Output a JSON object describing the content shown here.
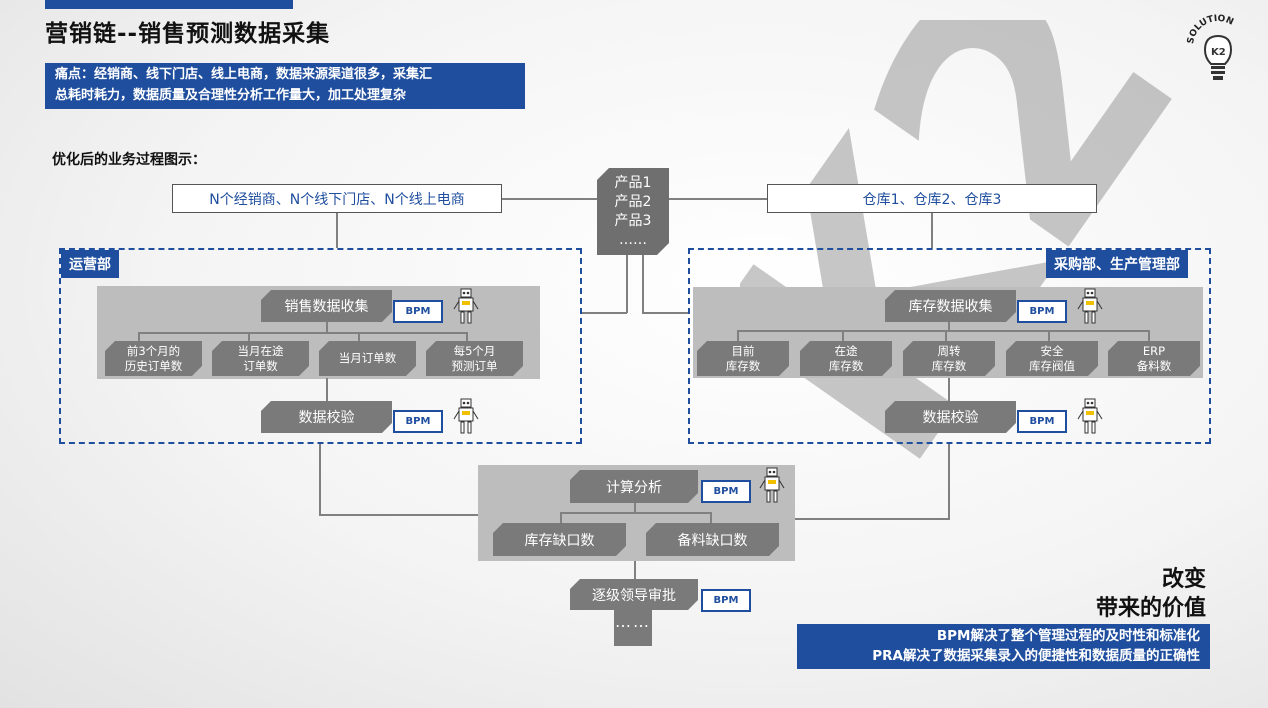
{
  "header": {
    "title": "营销链--销售预测数据采集"
  },
  "pain_point": {
    "line1": "痛点：经销商、线下门店、线上电商，数据来源渠道很多，采集汇",
    "line2": "总耗时耗力，数据质量及合理性分析工作量大，加工处理复杂"
  },
  "subtitle": "优化后的业务过程图示：",
  "sources": {
    "left": "N个经销商、N个线下门店、N个线上电商",
    "products": [
      "产品1",
      "产品2",
      "产品3",
      "……"
    ],
    "right": "仓库1、仓库2、仓库3"
  },
  "ops_dept": {
    "label": "运营部",
    "collect": "销售数据收集",
    "items": [
      [
        "前3个月的",
        "历史订单数"
      ],
      [
        "当月在途",
        "订单数"
      ],
      [
        "当月订单数"
      ],
      [
        "每5个月",
        "预测订单"
      ]
    ],
    "verify": "数据校验"
  },
  "purchase_dept": {
    "label": "采购部、生产管理部",
    "collect": "库存数据收集",
    "items": [
      [
        "目前",
        "库存数"
      ],
      [
        "在途",
        "库存数"
      ],
      [
        "周转",
        "库存数"
      ],
      [
        "安全",
        "库存阀值"
      ],
      [
        "ERP",
        "备料数"
      ]
    ],
    "verify": "数据校验"
  },
  "analysis": {
    "title": "计算分析",
    "items": [
      "库存缺口数",
      "备料缺口数"
    ],
    "approve": "逐级领导审批",
    "more": "……"
  },
  "bpm_label": "BPM",
  "logo": {
    "text": "SOLUTION",
    "mark": "K2"
  },
  "watermark": "K2",
  "value": {
    "line1": "改变",
    "line2": "带来的价值",
    "point1": "BPM解决了整个管理过程的及时性和标准化",
    "point2": "PRA解决了数据采集录入的便捷性和数据质量的正确性"
  },
  "colors": {
    "brand_blue": "#1f4e9e",
    "pill_gray": "#7a7a7a",
    "panel_gray": "#bdbdbd"
  }
}
